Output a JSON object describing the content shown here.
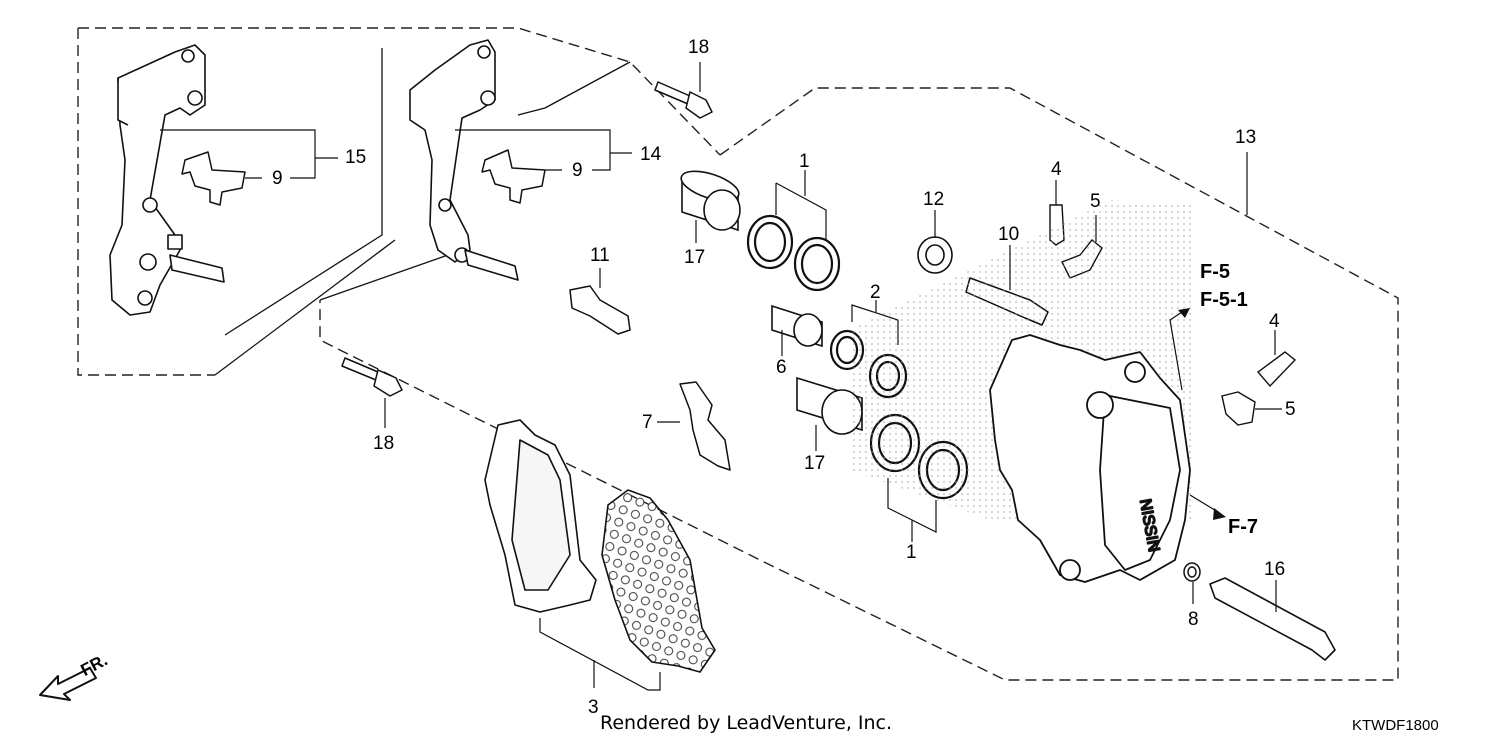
{
  "callouts": {
    "n1_top": "1",
    "n1_bottom": "1",
    "n2": "2",
    "n3": "3",
    "n4_top": "4",
    "n4_right": "4",
    "n5_top": "5",
    "n5_right": "5",
    "n6": "6",
    "n7": "7",
    "n8": "8",
    "n9_left": "9",
    "n9_mid": "9",
    "n10": "10",
    "n11": "11",
    "n12": "12",
    "n13": "13",
    "n14": "14",
    "n15": "15",
    "n16": "16",
    "n17_top": "17",
    "n17_bottom": "17",
    "n18_top": "18",
    "n18_bottom": "18"
  },
  "references": {
    "f5": "F-5",
    "f51": "F-5-1",
    "f7": "F-7"
  },
  "direction_label": "FR.",
  "credit": "Rendered by LeadVenture, Inc.",
  "diagram_code": "KTWDF1800"
}
